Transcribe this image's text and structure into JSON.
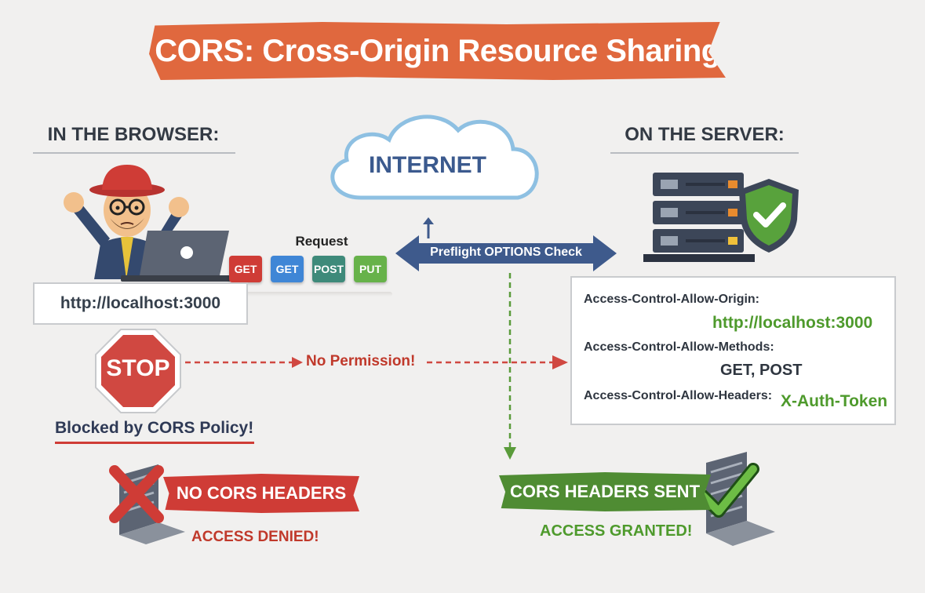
{
  "title": "CORS: Cross-Origin Resource Sharing",
  "browser": {
    "heading": "IN THE BROWSER:",
    "origin": "http://localhost:3000",
    "stop_sign": "STOP",
    "blocked_text": "Blocked by CORS Policy!"
  },
  "server": {
    "heading": "ON THE SERVER:"
  },
  "internet": {
    "label": "INTERNET"
  },
  "request": {
    "label": "Request",
    "methods": [
      {
        "label": "GET",
        "color": "#cf3c36"
      },
      {
        "label": "GET",
        "color": "#3f86d6"
      },
      {
        "label": "POST",
        "color": "#3e8a7a"
      },
      {
        "label": "PUT",
        "color": "#67b24a"
      }
    ]
  },
  "preflight": {
    "label": "Preflight OPTIONS Check"
  },
  "no_permission": "No Permission!",
  "headers": {
    "allow_origin_label": "Access-Control-Allow-Origin:",
    "allow_origin_value": "http://localhost:3000",
    "allow_methods_label": "Access-Control-Allow-Methods:",
    "allow_methods_value": "GET, POST",
    "allow_headers_label": "Access-Control-Allow-Headers:",
    "allow_headers_value": "X-Auth-Token"
  },
  "denied": {
    "banner": "NO CORS HEADERS",
    "subtext": "ACCESS DENIED!"
  },
  "granted": {
    "banner": "CORS HEADERS SENT",
    "subtext": "ACCESS GRANTED!"
  },
  "colors": {
    "accent_orange": "#e0683e",
    "denied_red": "#cf3c36",
    "granted_green": "#4f8c33",
    "arrow_navy": "#3e5a8c",
    "cloud_blue": "#8ec0e2"
  }
}
